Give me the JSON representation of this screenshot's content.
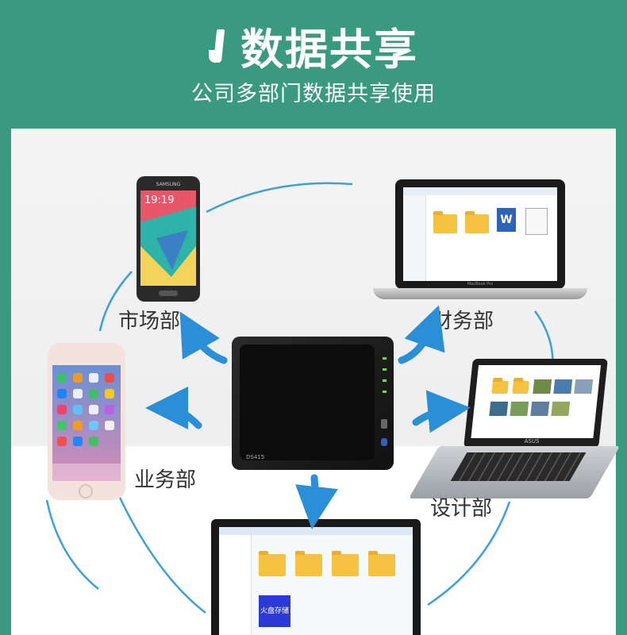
{
  "header": {
    "title": "数据共享",
    "subtitle": "公司多部门数据共享使用"
  },
  "departments": {
    "marketing": "市场部",
    "finance": "财务部",
    "business": "业务部",
    "design": "设计部"
  },
  "devices": {
    "samsung_label": "SAMSUNG",
    "phone_time": "19:19",
    "nas_model": "DS415",
    "laptop_brand": "MacBook Pro",
    "asus_brand": "ASUS",
    "monitor_tile": "火盘存储"
  },
  "colors": {
    "header_bg": "#3a9a7f",
    "arrow": "#2a8fd6",
    "circle": "#3da0dd"
  }
}
